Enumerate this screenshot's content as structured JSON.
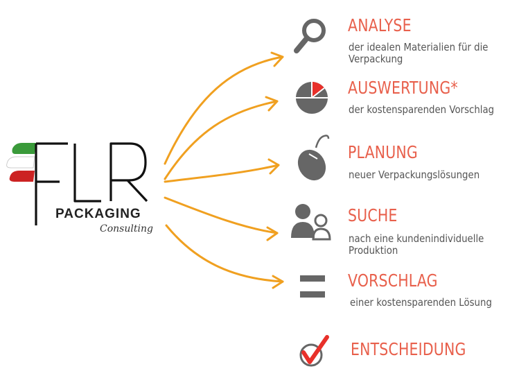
{
  "logo": {
    "brand": "FLR",
    "line1": "PACKAGING",
    "line2": "Consulting",
    "colors": {
      "green": "#3a9a3a",
      "red": "#cc2222",
      "black": "#111111"
    }
  },
  "accent_color": "#e8604c",
  "arrow_color": "#f0a020",
  "icon_color": "#666666",
  "steps": [
    {
      "title": "ANALYSE",
      "title_suffix": "",
      "description": "der idealen Materialien für die Verpackung",
      "icon": "magnifier-icon"
    },
    {
      "title": "AUSWERTUNG",
      "title_suffix": "*",
      "description": "der kostensparenden Vorschlag",
      "icon": "pie-chart-icon"
    },
    {
      "title": "PLANUNG",
      "title_suffix": "",
      "description": "neuer Verpackungslösungen",
      "icon": "computer-mouse-icon"
    },
    {
      "title": "SUCHE",
      "title_suffix": "",
      "description": "nach eine kundenindividuelle Produktion",
      "icon": "people-icon"
    },
    {
      "title": "VORSCHLAG",
      "title_suffix": "",
      "description": "einer kostensparenden Lösung",
      "icon": "equals-icon"
    },
    {
      "title": "ENTSCHEIDUNG",
      "title_suffix": "",
      "description": "",
      "icon": "checkmark-icon"
    }
  ]
}
